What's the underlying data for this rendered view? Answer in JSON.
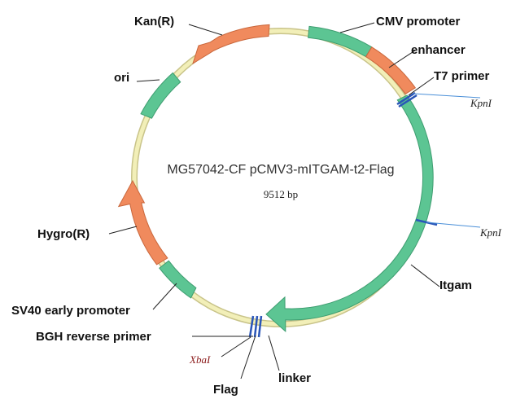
{
  "plasmid": {
    "name": "MG57042-CF pCMV3-mITGAM-t2-Flag",
    "size": "9512 bp"
  },
  "colors": {
    "backbone": "#f2efb8",
    "backbone_edge": "#c9c48a",
    "promoter": "#5cc593",
    "resistance": "#f08a5d",
    "site_line": "#2a56b8",
    "site_line_light": "#4a8fd8"
  },
  "features": {
    "cmv_promoter": "CMV promoter",
    "enhancer": "enhancer",
    "t7_primer": "T7 primer",
    "kpni_1": "KpnI",
    "kpni_2": "KpnI",
    "itgam": "Itgam",
    "linker": "linker",
    "flag": "Flag",
    "xbai": "XbaI",
    "bgh_reverse_primer": "BGH reverse primer",
    "sv40_early_promoter": "SV40 early promoter",
    "hygro": "Hygro(R)",
    "ori": "ori",
    "kan": "Kan(R)"
  }
}
